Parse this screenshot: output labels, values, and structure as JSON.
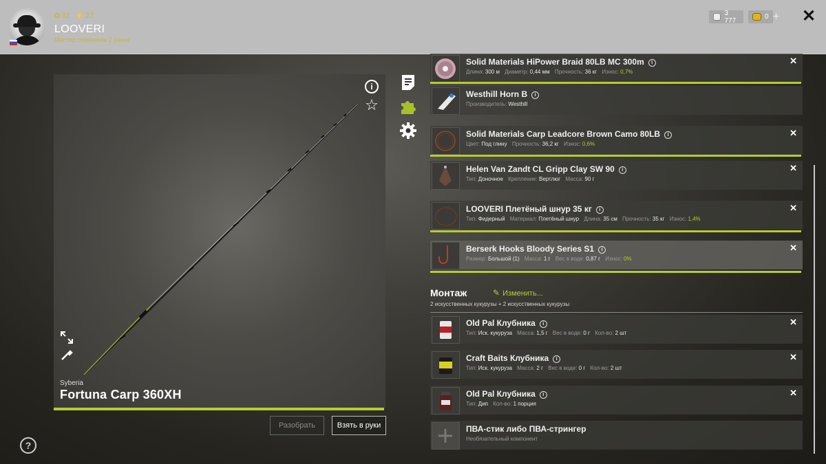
{
  "header": {
    "level": "32",
    "energy": "27",
    "username": "LOOVERI",
    "rank": "Мастер спиннинга 2 ранга",
    "silver": "3 777",
    "gold": "0",
    "plus": "+",
    "close": "✕"
  },
  "preview": {
    "brand": "Syberia",
    "rod_name": "Fortuna Carp 360XH"
  },
  "buttons": {
    "disassemble": "Разобрать",
    "take": "Взять в руки"
  },
  "items": [
    {
      "title": "Solid Materials HiPower Braid 80LB MC 300m",
      "props": [
        [
          "Длина:",
          "300 м"
        ],
        [
          "Диаметр:",
          "0,44 мм"
        ],
        [
          "Прочность:",
          "36 кг"
        ],
        [
          "Износ:",
          "0,7%"
        ]
      ]
    },
    {
      "title": "Westhill Horn B",
      "props": [
        [
          "Производитель:",
          "Westhill"
        ]
      ]
    },
    {
      "title": "Solid Materials Carp Leadcore Brown Camo 80LB",
      "props": [
        [
          "Цвет:",
          "Под глину"
        ],
        [
          "Прочность:",
          "36,2 кг"
        ],
        [
          "Износ:",
          "0,6%"
        ]
      ]
    },
    {
      "title": "Helen Van Zandt CL Gripp Clay SW 90",
      "props": [
        [
          "Тип:",
          "Доночное"
        ],
        [
          "Крепление:",
          "Вертлюг"
        ],
        [
          "Масса:",
          "90 г"
        ]
      ]
    },
    {
      "title": "LOOVERI Плетёный шнур 35 кг",
      "props": [
        [
          "Тип:",
          "Фидерный"
        ],
        [
          "Материал:",
          "Плетёный шнур"
        ],
        [
          "Длина:",
          "35 см"
        ],
        [
          "Прочность:",
          "35 кг"
        ],
        [
          "Износ:",
          "1,4%"
        ]
      ]
    },
    {
      "title": "Berserk Hooks Bloody Series S1",
      "props": [
        [
          "Размер:",
          "Большой (1)"
        ],
        [
          "Масса:",
          "1 г"
        ],
        [
          "Вес в воде:",
          "0,87 г"
        ],
        [
          "Износ:",
          "0%"
        ]
      ]
    }
  ],
  "montage": {
    "title": "Монтаж",
    "edit": "Изменить...",
    "subtitle": "2 искусственных кукурузы + 2 искусственных кукурузы"
  },
  "baits": [
    {
      "title": "Old Pal Клубника",
      "props": [
        [
          "Тип:",
          "Иск. кукуруза"
        ],
        [
          "Масса:",
          "1,5 г"
        ],
        [
          "Вес в воде:",
          "0 г"
        ],
        [
          "Кол-во:",
          "2 шт"
        ]
      ]
    },
    {
      "title": "Craft Baits Клубника",
      "props": [
        [
          "Тип:",
          "Иск. кукуруза"
        ],
        [
          "Масса:",
          "2 г"
        ],
        [
          "Вес в воде:",
          "0 г"
        ],
        [
          "Кол-во:",
          "2 шт"
        ]
      ]
    },
    {
      "title": "Old Pal Клубника",
      "props": [
        [
          "Тип:",
          "Дип"
        ],
        [
          "Кол-во:",
          "1 порция"
        ]
      ]
    },
    {
      "title": "ПВА-стик либо ПВА-стрингер",
      "props": [
        [
          "Необязательный компонент",
          ""
        ]
      ]
    }
  ],
  "colors": {
    "accent": "#b8cc2c",
    "header_bg": "#bdbdbd"
  }
}
